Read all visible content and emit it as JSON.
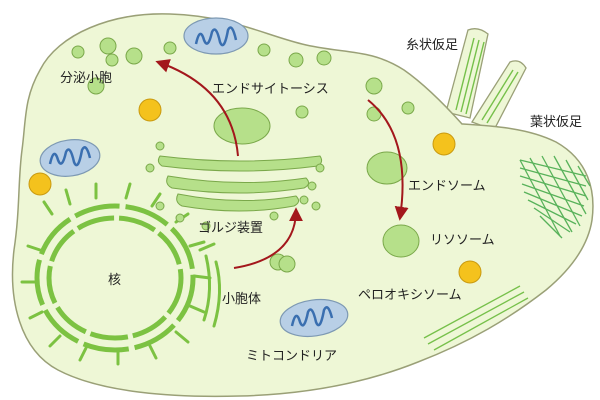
{
  "colors": {
    "cytoplasm_fill": "#eef7d6",
    "membrane_stroke": "#9aa077",
    "organelle_green": "#b6e08a",
    "organelle_green_stroke": "#7aa84a",
    "er_green": "#7cc242",
    "mito_fill": "#b8cfe6",
    "mito_stroke": "#7d99b3",
    "mito_cristae": "#3a6fb0",
    "peroxisome_fill": "#f4c21d",
    "peroxisome_stroke": "#c99a10",
    "arrow": "#a3171c",
    "filopodia": "#76c04a",
    "lamellipodia": "#58b25a"
  },
  "icons": {
    "nucleus": "nucleus-icon",
    "golgi": "golgi-apparatus-icon",
    "mitochondrion": "mitochondrion-icon",
    "peroxisome": "peroxisome-icon",
    "lysosome": "lysosome-icon",
    "endosome": "endosome-icon",
    "vesicle": "vesicle-icon",
    "filopodia": "filopodia-icon",
    "lamellipodia": "lamellipodia-icon"
  },
  "labels": {
    "secretory_vesicle": "分泌小胞",
    "endocytosis": "エンドサイトーシス",
    "filopodia": "糸状仮足",
    "lamellipodia": "葉状仮足",
    "endosome": "エンドソーム",
    "golgi": "ゴルジ装置",
    "lysosome": "リソソーム",
    "nucleus": "核",
    "vesicle": "小胞体",
    "peroxisome": "ペロオキシソーム",
    "mitochondria": "ミトコンドリア"
  }
}
